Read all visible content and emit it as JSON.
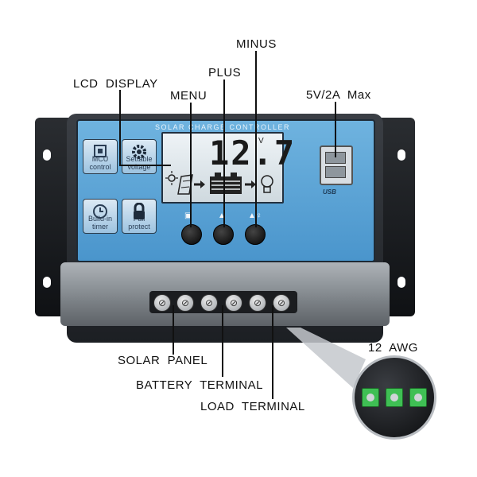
{
  "callouts": {
    "minus": "MINUS",
    "plus": "PLUS",
    "lcd_display": "LCD  DISPLAY",
    "menu": "MENU",
    "usb": "5V/2A  Max",
    "solar_panel": "SOLAR  PANEL",
    "battery_terminal": "BATTERY  TERMINAL",
    "load_terminal": "LOAD  TERMINAL",
    "wire_gauge": "12  AWG"
  },
  "device": {
    "panel_title": "SOLAR CHARGE CONTROLLER",
    "lcd_value": "12.7",
    "lcd_unit": "V",
    "usb_logo": "USB",
    "feature_tiles": [
      {
        "label": "MCU\ncontrol",
        "icon": "chip-icon"
      },
      {
        "label": "Settable\nvoltage",
        "icon": "gear-icon"
      },
      {
        "label": "Build-in\ntimer",
        "icon": "clock-icon"
      },
      {
        "label": "Full\nprotect",
        "icon": "lock-icon"
      }
    ],
    "buttons": [
      "menu-button",
      "plus-button",
      "minus-button"
    ]
  },
  "colors": {
    "panel_blue": "#5aa3d6",
    "terminal_green": "#3fbf54",
    "housing": "#1c1f23"
  }
}
